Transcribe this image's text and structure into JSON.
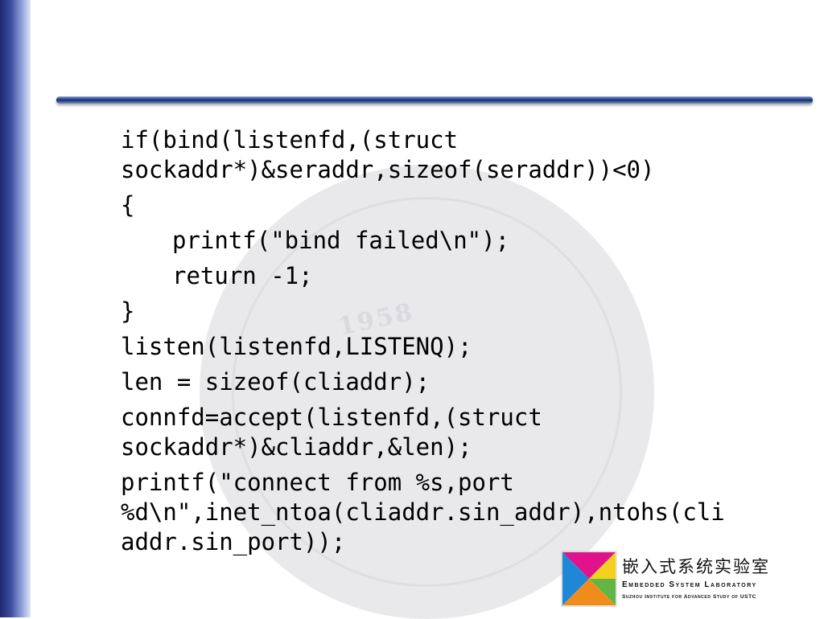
{
  "code_lines": [
    {
      "text": "if(bind(listenfd,(struct\nsockaddr*)&seraddr,sizeof(seraddr))<0)"
    },
    {
      "text": "{"
    },
    {
      "text": "printf(\"bind failed\\n\");"
    },
    {
      "text": "return -1;"
    },
    {
      "text": "}"
    },
    {
      "text": "listen(listenfd,LISTENQ);"
    },
    {
      "text": "len = sizeof(cliaddr);"
    },
    {
      "text": "connfd=accept(listenfd,(struct\nsockaddr*)&cliaddr,&len);"
    },
    {
      "text": "printf(\"connect from %s,port\n%d\\n\",inet_ntoa(cliaddr.sin_addr),ntohs(cli\naddr.sin_port));"
    }
  ],
  "watermark": {
    "year": "1958"
  },
  "logo": {
    "chinese_name": "嵌入式系统实验室",
    "english_name": "Embedded System Laboratory",
    "subtitle": "Suzhou Institute for Advanced Study of USTC"
  },
  "colors": {
    "left_bar": "#1e2a6e",
    "rule": "#1c3370",
    "logo_blue": "#1e88d6",
    "logo_magenta": "#e0138c",
    "logo_yellow": "#f2d21f",
    "logo_green": "#63b646",
    "logo_orange": "#f08c1c"
  }
}
